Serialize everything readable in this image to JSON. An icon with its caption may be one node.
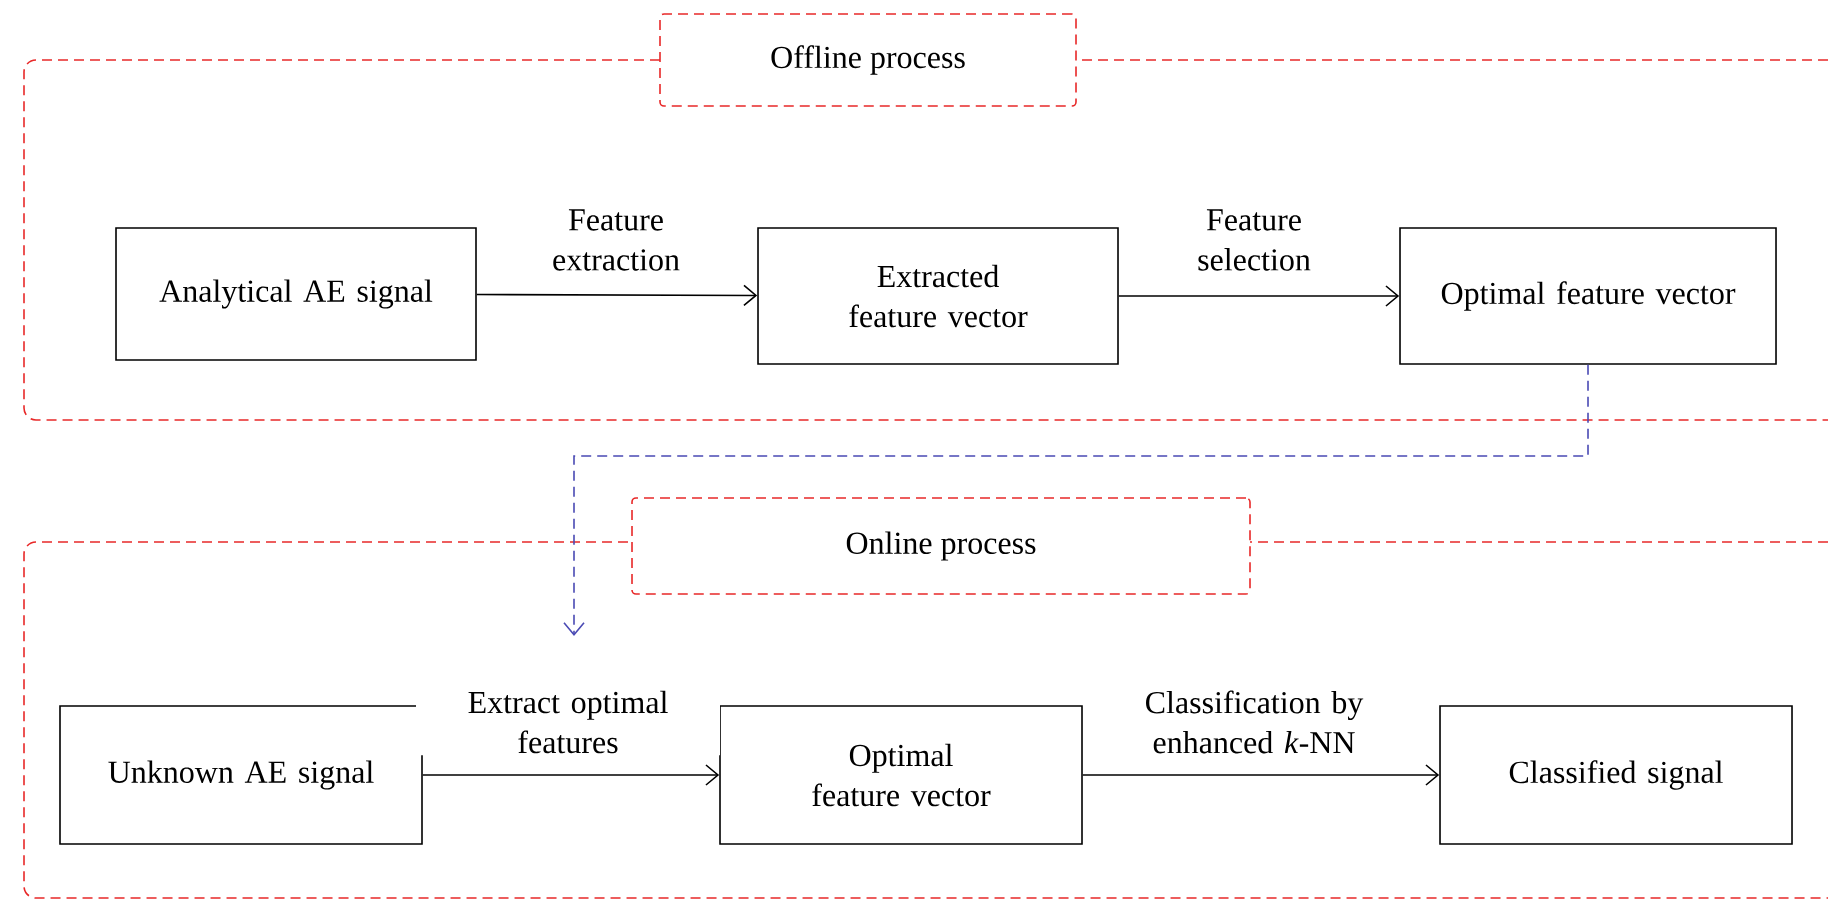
{
  "diagram": {
    "nodes": [
      {
        "text": [
          "Offline process"
        ]
      },
      {
        "text": [
          "Analytical AE signal"
        ],
        "in": 0
      },
      {
        "text": [
          "Extracted feature vector"
        ],
        "in": 0
      },
      {
        "text": [
          "Optimal feature vector"
        ],
        "in": 0
      },
      {
        "text": [
          "Online process"
        ]
      },
      {
        "text": [
          "Unknown AE signal"
        ],
        "in": 4
      },
      {
        "text": [
          "Optimal feature vector"
        ],
        "in": 4
      },
      {
        "text": [
          "Classified signal"
        ],
        "in": 4
      }
    ],
    "edges": [
      {
        "from": 1,
        "to": 2,
        "arrow": "to",
        "label": "Feature extraction"
      },
      {
        "from": 2,
        "to": 3,
        "arrow": "to",
        "label": "Feature selection"
      },
      {
        "from": 3,
        "to": null,
        "arrow": "to",
        "style": "dashed",
        "color": "#4a4ab4"
      },
      {
        "from": 5,
        "to": 6,
        "arrow": "to",
        "label": "Extract optimal features"
      },
      {
        "from": 6,
        "to": 7,
        "arrow": "to",
        "label": "Classification by enhanced *k*-NN"
      }
    ]
  }
}
